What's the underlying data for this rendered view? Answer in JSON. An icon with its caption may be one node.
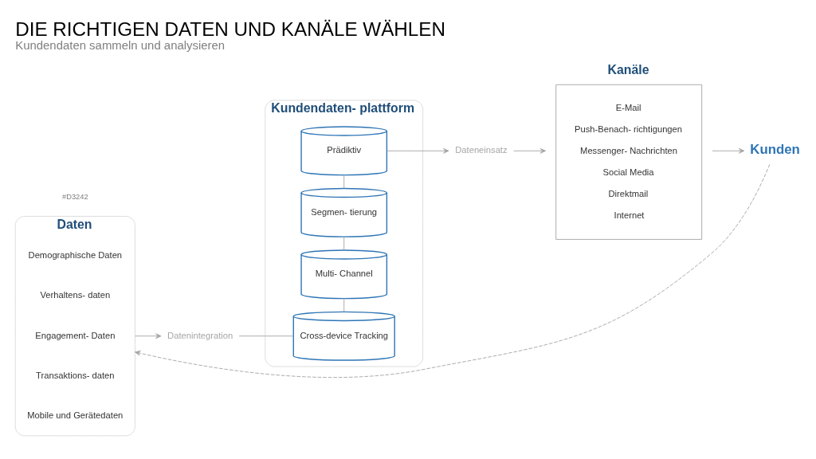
{
  "diagram": {
    "title": "DIE RICHTIGEN DATEN UND KANÄLE WÄHLEN",
    "caption": "Kundendaten sammeln und analysieren",
    "nodes": [
      {
        "text": [
          "Daten"
        ]
      },
      {
        "text": [
          "Demographische Daten"
        ],
        "in": 0
      },
      {
        "text": [
          "Verhaltens- daten"
        ],
        "in": 0
      },
      {
        "text": [
          "Engagement- Daten"
        ],
        "in": 0
      },
      {
        "text": [
          "Transaktions- daten"
        ],
        "in": 0
      },
      {
        "text": [
          "Mobile und Gerätedaten"
        ],
        "in": 0
      },
      {
        "text": [
          "Datenintegration"
        ]
      },
      {
        "text": [
          "Kundendaten- plattform"
        ]
      },
      {
        "text": [
          "Prädiktiv"
        ],
        "in": 7
      },
      {
        "text": [
          "Segmen- tierung"
        ],
        "in": 7
      },
      {
        "text": [
          "Multi- Channel"
        ],
        "in": 7
      },
      {
        "text": [
          "Cross-device Tracking"
        ],
        "in": 7
      },
      {
        "text": [
          "Dateneinsatz"
        ]
      },
      {
        "text": [
          "Kanäle",
          "E-Mail",
          "Push-Benach- richtigungen",
          "Messenger- Nachrichten",
          "Social Media",
          "Direktmail",
          "Internet"
        ]
      },
      {
        "text": [
          "Kunden"
        ]
      }
    ],
    "edges": [
      {
        "from": 0,
        "to": 6,
        "arrow": "to"
      },
      {
        "from": 6,
        "to": 11,
        "arrow": "none"
      },
      {
        "from": 11,
        "to": 10,
        "arrow": "none"
      },
      {
        "from": 10,
        "to": 9,
        "arrow": "none"
      },
      {
        "from": 9,
        "to": 8,
        "arrow": "none"
      },
      {
        "from": 8,
        "to": 12,
        "arrow": "to"
      },
      {
        "from": 12,
        "to": 13,
        "arrow": "to"
      },
      {
        "from": 13,
        "to": 14,
        "arrow": "to"
      },
      {
        "from": 14,
        "to": 0,
        "arrow": "to",
        "style": "dashed"
      }
    ],
    "labels": [
      "#D3242"
    ]
  }
}
